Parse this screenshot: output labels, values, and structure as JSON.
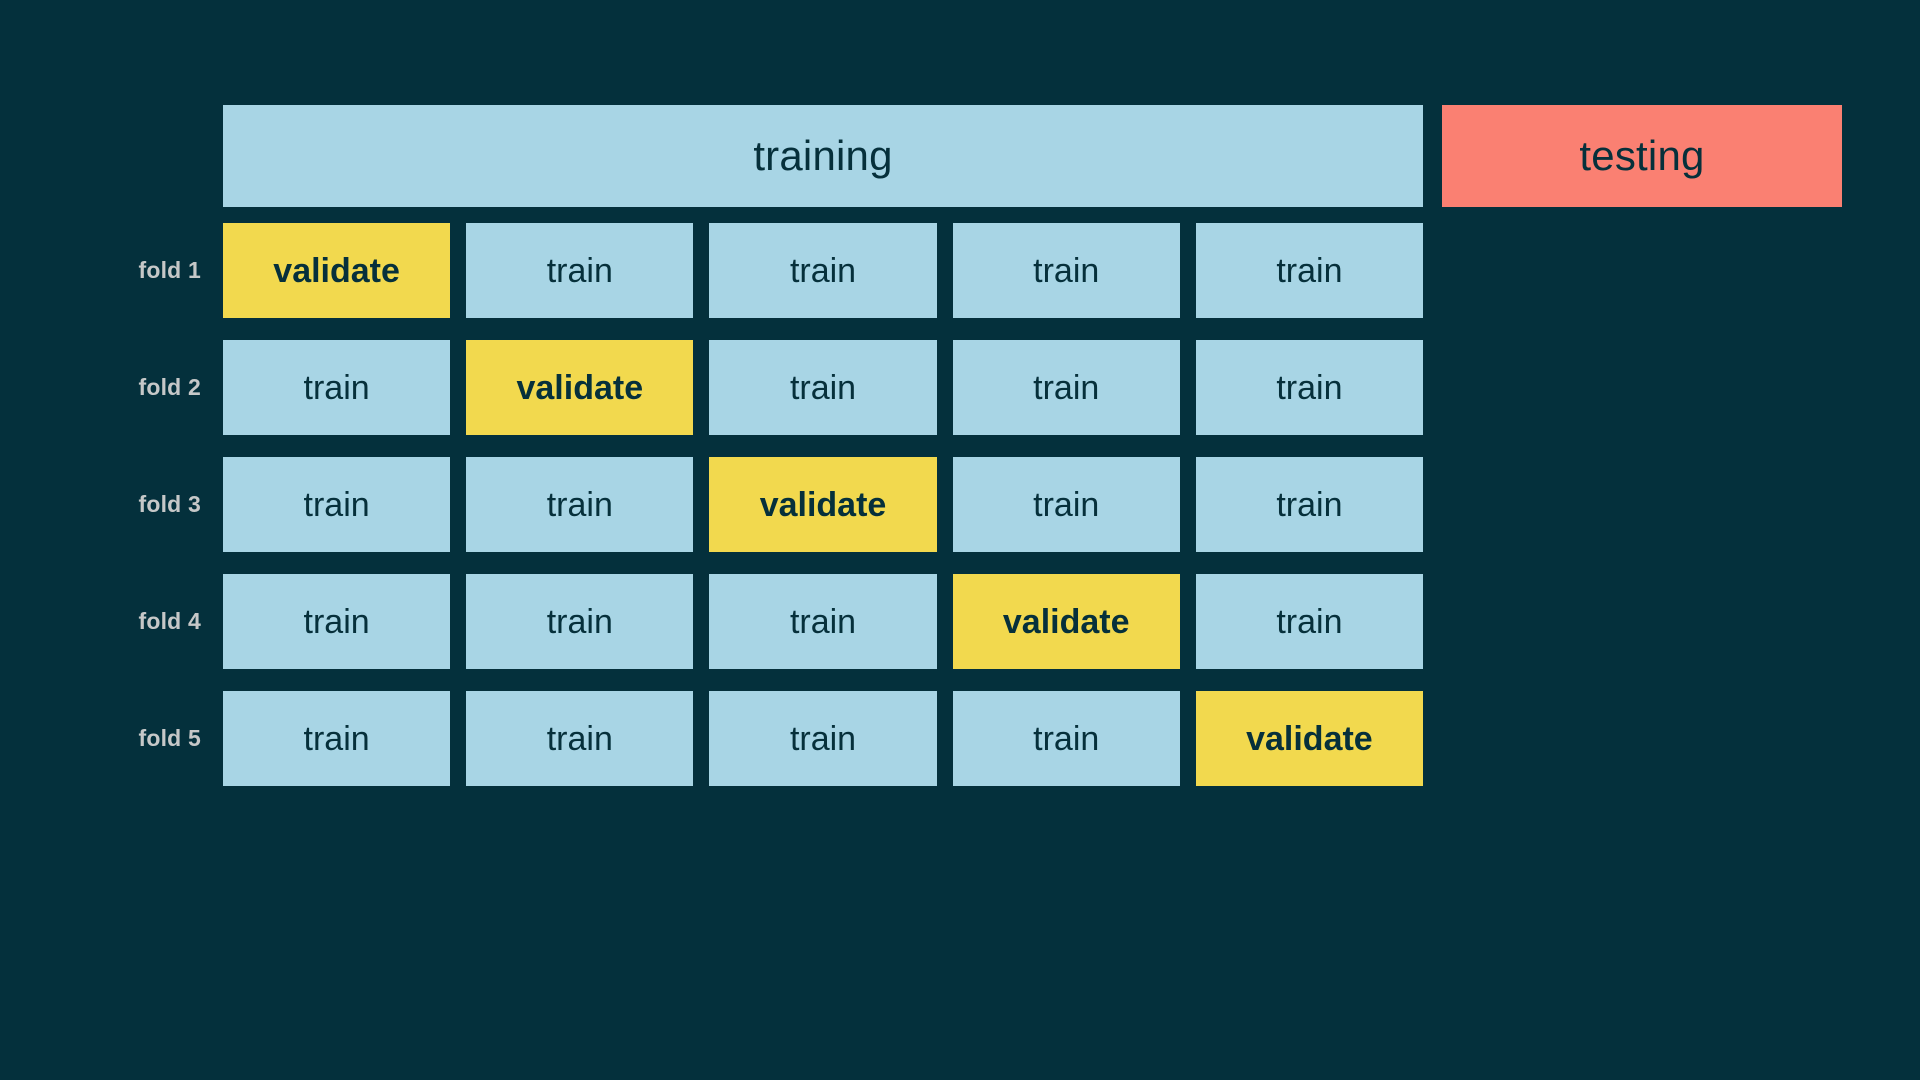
{
  "colors": {
    "background": "#04303c",
    "train_blue": "#a8d5e5",
    "validate_yellow": "#f2d94e",
    "testing_red": "#fa8072",
    "text_dark": "#06303b",
    "label_gray": "#c6c8c8"
  },
  "top_band": {
    "training_label": "training",
    "testing_label": "testing"
  },
  "grid": {
    "num_folds": 5,
    "num_splits": 5,
    "train_label": "train",
    "validate_label": "validate",
    "rows": [
      {
        "fold_label": "fold 1",
        "validate_index": 0,
        "cells": [
          "validate",
          "train",
          "train",
          "train",
          "train"
        ]
      },
      {
        "fold_label": "fold 2",
        "validate_index": 1,
        "cells": [
          "train",
          "validate",
          "train",
          "train",
          "train"
        ]
      },
      {
        "fold_label": "fold 3",
        "validate_index": 2,
        "cells": [
          "train",
          "train",
          "validate",
          "train",
          "train"
        ]
      },
      {
        "fold_label": "fold 4",
        "validate_index": 3,
        "cells": [
          "train",
          "train",
          "train",
          "validate",
          "train"
        ]
      },
      {
        "fold_label": "fold 5",
        "validate_index": 4,
        "cells": [
          "train",
          "train",
          "train",
          "train",
          "validate"
        ]
      }
    ]
  },
  "cell_text": {
    "r0c0": "validate",
    "r0c1": "train",
    "r0c2": "train",
    "r0c3": "train",
    "r0c4": "train",
    "r1c0": "train",
    "r1c1": "validate",
    "r1c2": "train",
    "r1c3": "train",
    "r1c4": "train",
    "r2c0": "train",
    "r2c1": "train",
    "r2c2": "validate",
    "r2c3": "train",
    "r2c4": "train",
    "r3c0": "train",
    "r3c1": "train",
    "r3c2": "train",
    "r3c3": "validate",
    "r3c4": "train",
    "r4c0": "train",
    "r4c1": "train",
    "r4c2": "train",
    "r4c3": "train",
    "r4c4": "validate"
  }
}
